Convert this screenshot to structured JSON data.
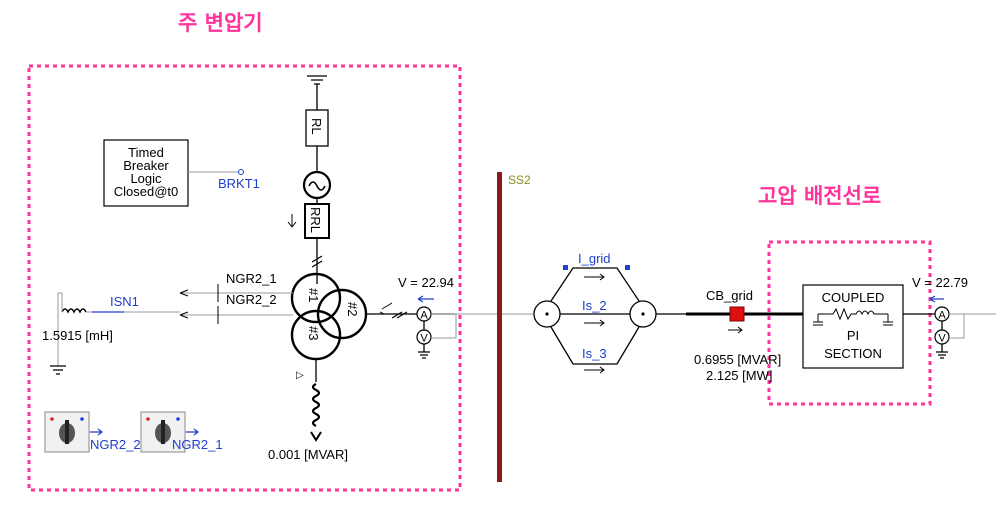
{
  "title_main_transformer": "주 변압기",
  "title_hv_line": "고압 배전선로",
  "breaker_logic": {
    "line1": "Timed",
    "line2": "Breaker",
    "line3": "Logic",
    "line4": "Closed@t0"
  },
  "signals": {
    "brkt": "BRKT1",
    "isn": "ISN1",
    "ngr1": "NGR2_1",
    "ngr2": "NGR2_2"
  },
  "left_panel": {
    "inductance": "1.5915 [mH]",
    "mvar_reading": "0.001 [MVAR]"
  },
  "transformer": {
    "w1": "#1",
    "w2": "#2",
    "w3": "#3",
    "rl": "RL",
    "rrl": "RRL"
  },
  "meters": {
    "v_left": "V = 22.94",
    "v_right": "V = 22.79",
    "ammeter": "A",
    "voltmeter": "V"
  },
  "bus": {
    "label": "SS2"
  },
  "branches": {
    "top": "I_grid",
    "mid": "Is_2",
    "bot": "Is_3"
  },
  "breaker": {
    "label": "CB_grid",
    "mvar": "0.6955 [MVAR]",
    "mw": "2.125 [MW]",
    "color": "#e01010"
  },
  "pi_section": {
    "line1": "COUPLED",
    "line2": "PI",
    "line3": "SECTION"
  },
  "switches": {
    "sw1_label": "NGR2_2",
    "sw2_label": "NGR2_1"
  },
  "colors": {
    "highlight": "#ff3399",
    "signal": "#1f3fd0",
    "bus": "#8b1a1a"
  }
}
